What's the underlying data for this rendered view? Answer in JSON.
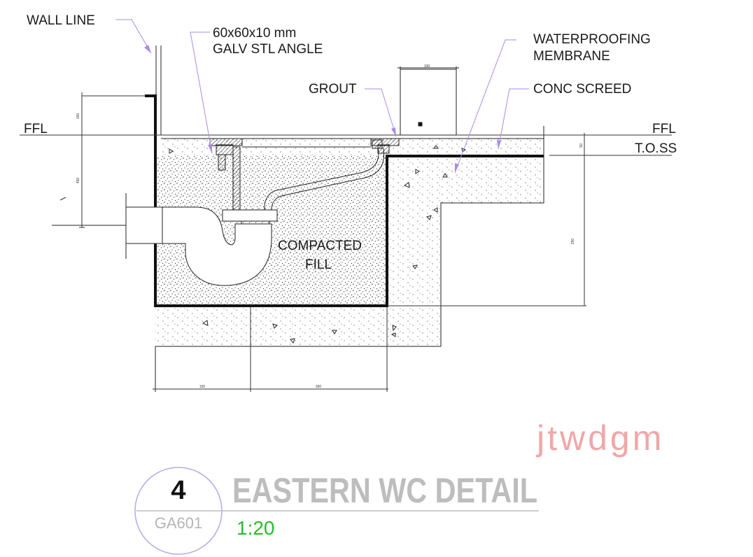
{
  "colors": {
    "leader": "#a98be8",
    "scale": "#22c02a",
    "watermark": "#f0a7a7",
    "title": "#bdbdbd",
    "bubble": "#b9a7ee"
  },
  "labels": {
    "wall_line": "WALL LINE",
    "angle_line1": "60x60x10 mm",
    "angle_line2": "GALV STL ANGLE",
    "waterproofing_line1": "WATERPROOFING",
    "waterproofing_line2": "MEMBRANE",
    "grout": "GROUT",
    "conc_screed": "CONC SCREED",
    "ffl_left": "FFL",
    "ffl_right": "FFL",
    "toss": "T.O.SS",
    "fill_line1": "COMPACTED",
    "fill_line2": "FILL"
  },
  "dimensions": {
    "top_plate": "100",
    "wall_upper": "150",
    "wall_lower": "450",
    "screed": "50",
    "slab_depth": "250",
    "bottom_left": "150",
    "bottom_right": "300"
  },
  "title_block": {
    "detail_number": "4",
    "sheet": "GA601",
    "title": "EASTERN WC DETAIL",
    "scale": "1:20"
  },
  "watermark": "jtwdgm"
}
